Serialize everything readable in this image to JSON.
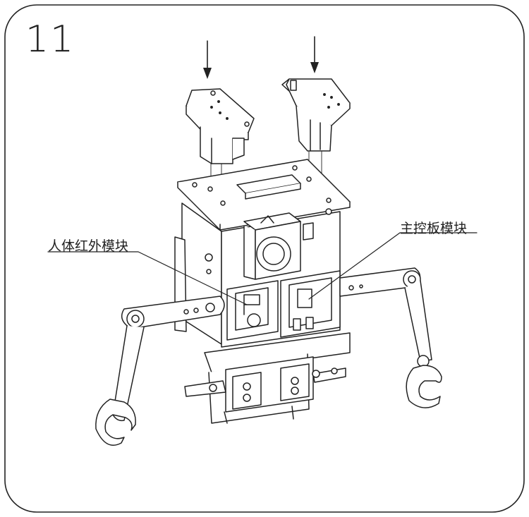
{
  "step": {
    "number": "11"
  },
  "callouts": {
    "left": "人体红外模块",
    "right": "主控板模块"
  }
}
